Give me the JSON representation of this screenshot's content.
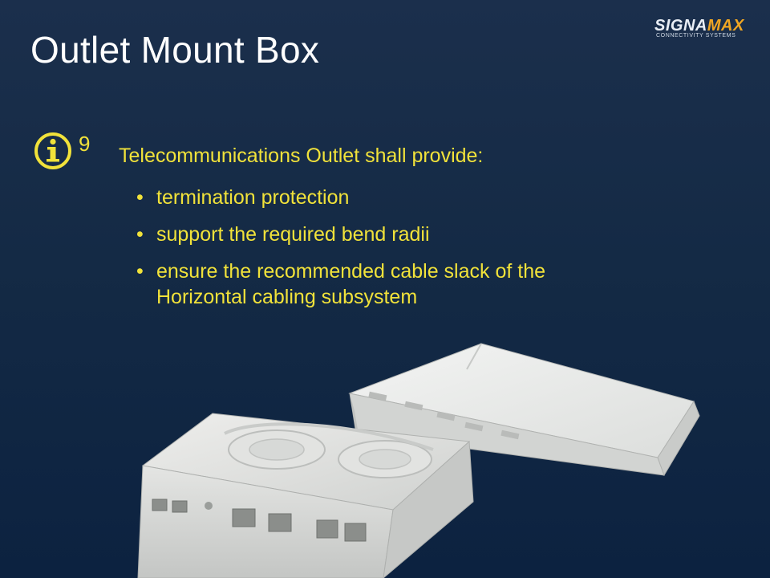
{
  "slide": {
    "title": "Outlet Mount Box",
    "logo": {
      "name_part1": "SIGNA",
      "name_part2": "MAX",
      "tagline": "CONNECTIVITY SYSTEMS"
    },
    "note": {
      "icon": "info-icon",
      "number": "9",
      "lead": "Telecommunications Outlet shall provide:",
      "bullets": [
        "termination protection",
        "support the required bend radii",
        "ensure the recommended cable slack of the Horizontal cabling subsystem"
      ]
    },
    "photo": {
      "icon": "outlet-mount-box-image"
    },
    "colors": {
      "text_accent": "#f1e23a",
      "title": "#ffffff",
      "logo_accent": "#f0a623"
    }
  }
}
